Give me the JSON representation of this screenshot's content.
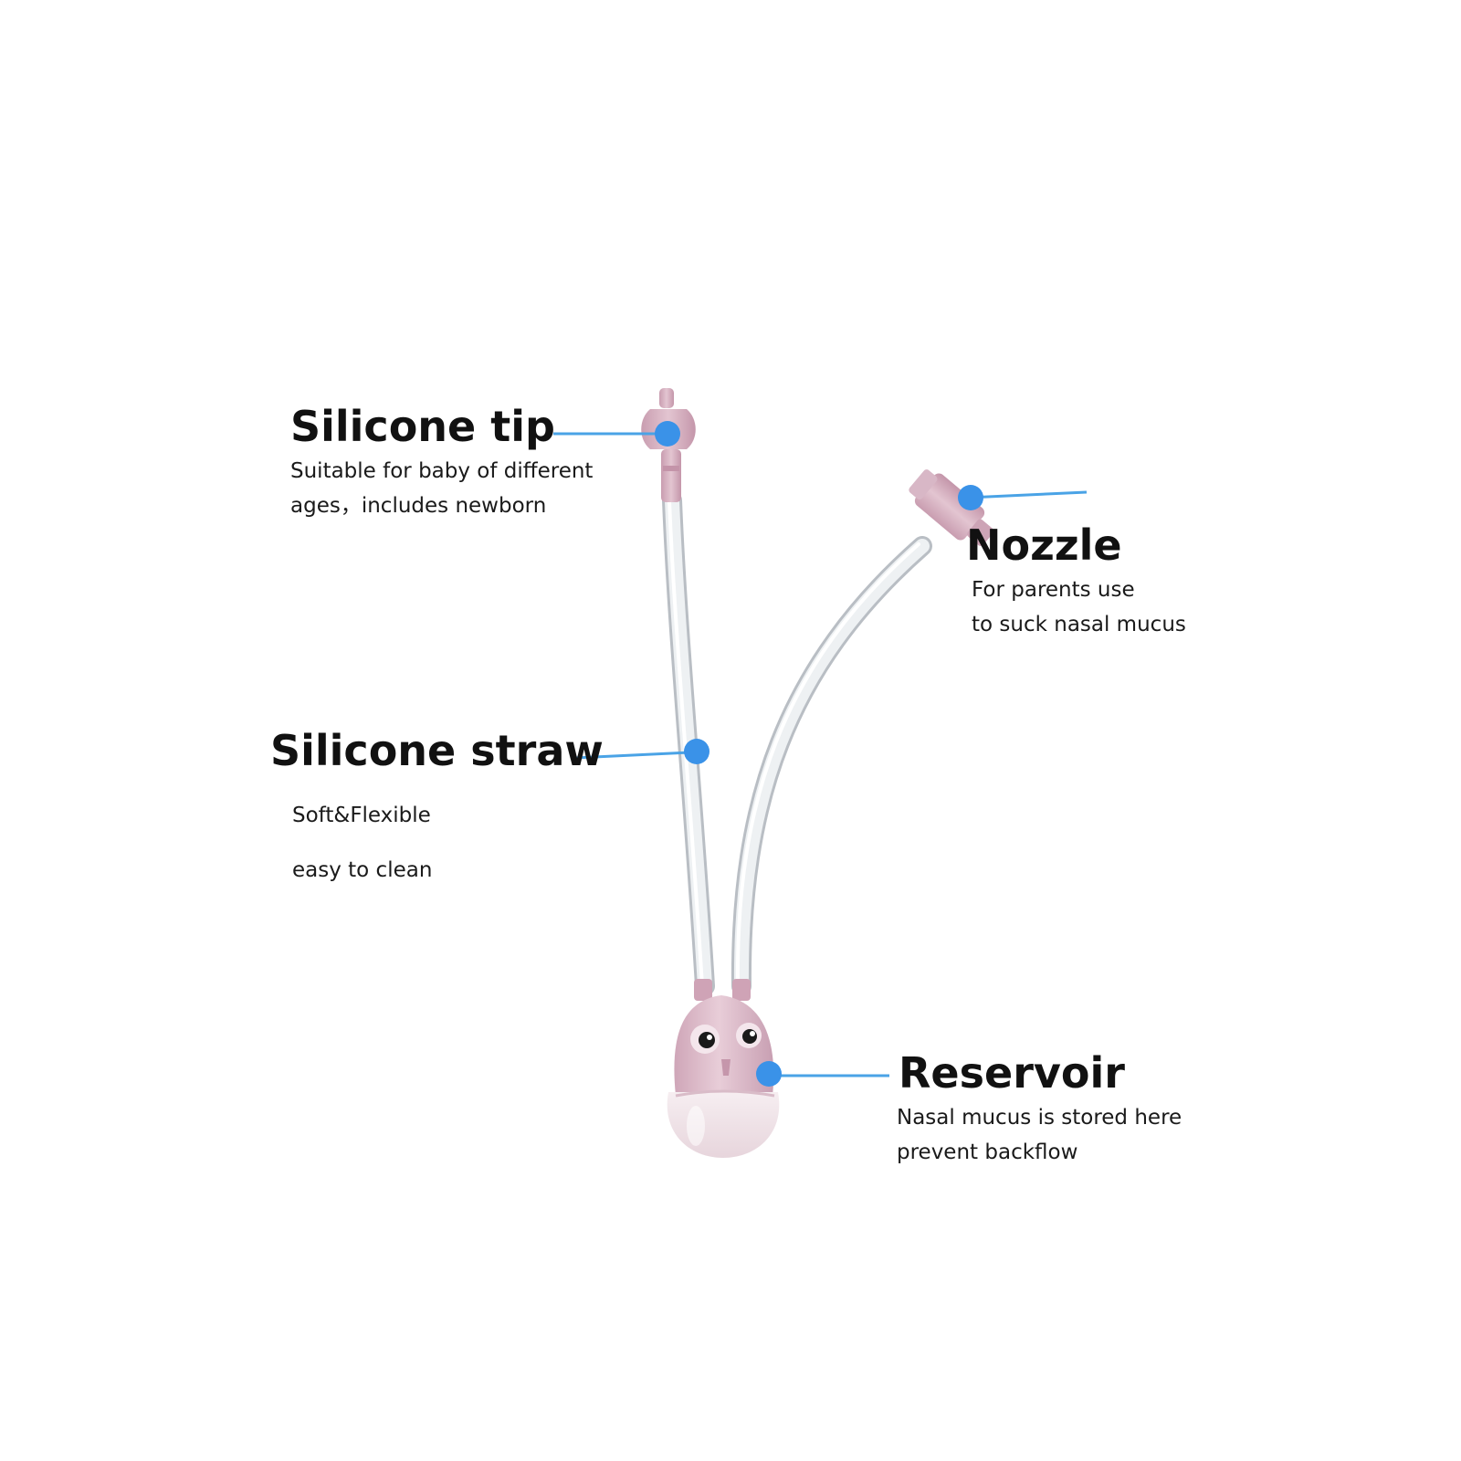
{
  "colors": {
    "background": "#ffffff",
    "accent_blue": "#3a92e8",
    "leader_line": "#4aa3e6",
    "silicone_pink": "#d9b4c4",
    "tube": "#e4e8ec",
    "text": "#111111"
  },
  "labels": {
    "silicone_tip": {
      "title": "Silicone tip",
      "line1": "Suitable for baby of different",
      "line2": "ages，includes newborn"
    },
    "nozzle": {
      "title": "Nozzle",
      "line1": "For parents use",
      "line2": "to suck nasal mucus"
    },
    "silicone_straw": {
      "title": "Silicone straw",
      "line1": "Soft&Flexible",
      "line2": "easy to clean"
    },
    "reservoir": {
      "title": "Reservoir",
      "line1": "Nasal mucus is stored here",
      "line2": "prevent backflow"
    }
  }
}
